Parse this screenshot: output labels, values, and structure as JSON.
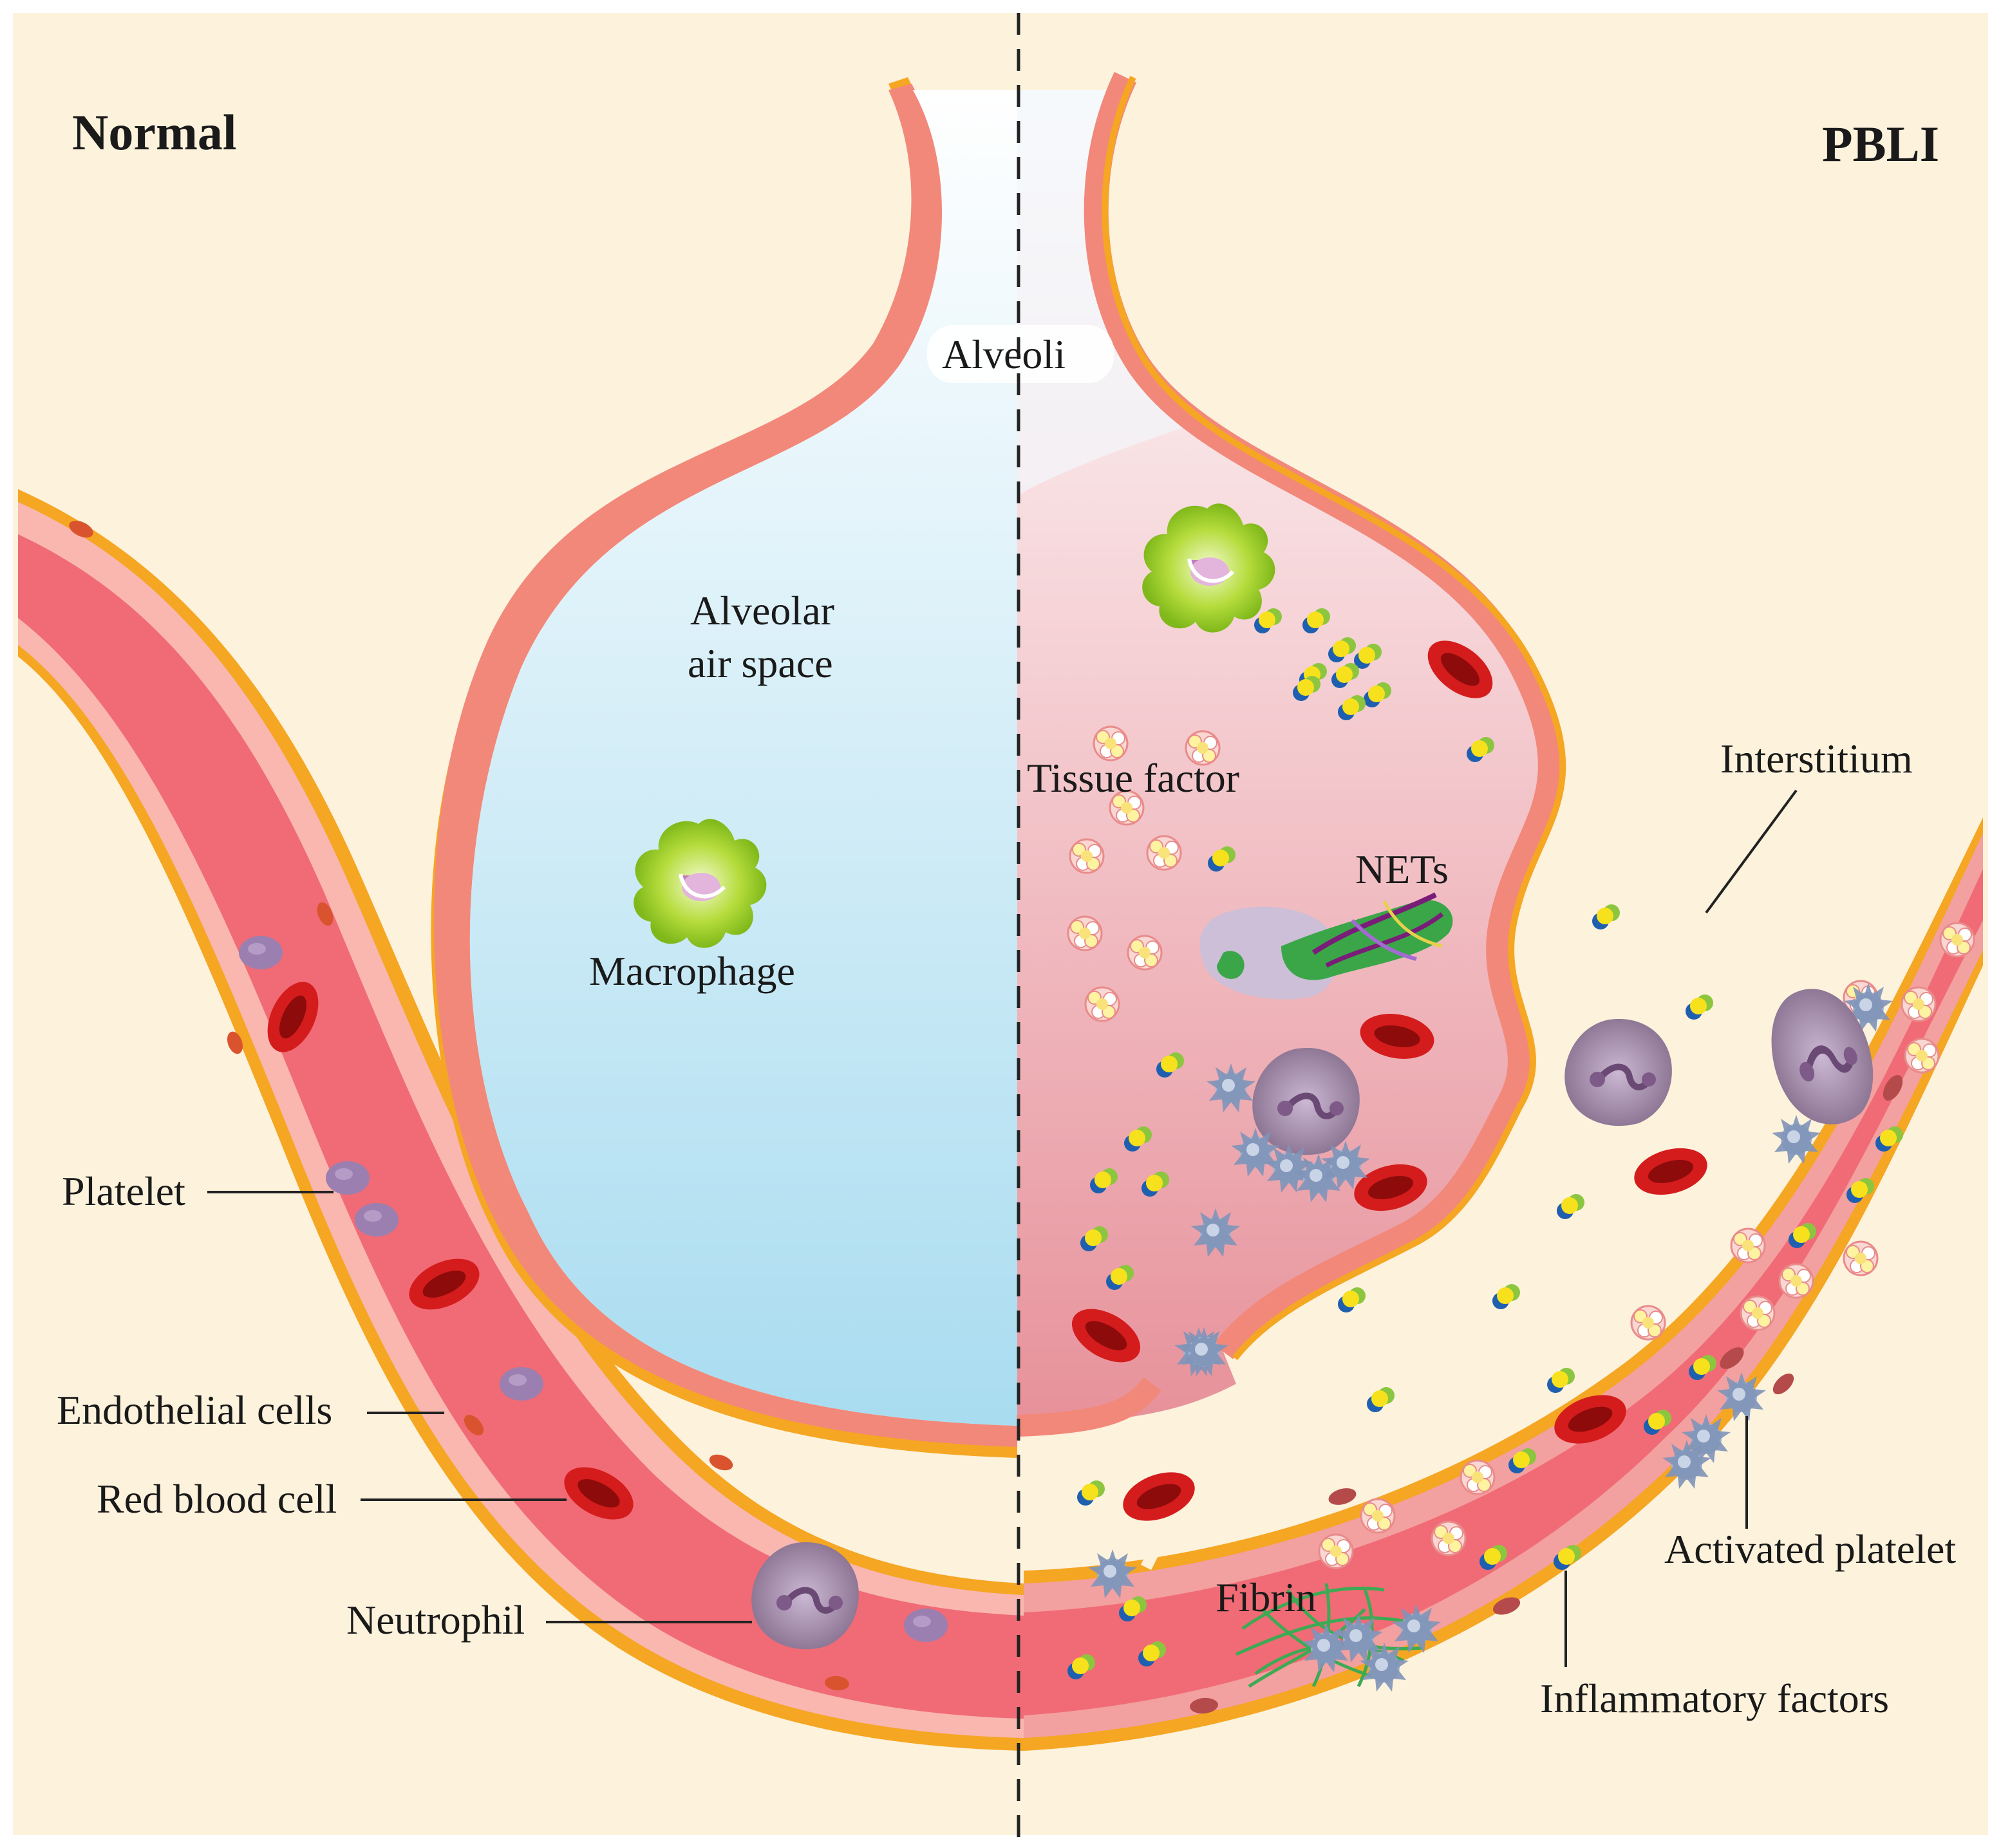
{
  "titles": {
    "left": "Normal",
    "right": "PBLI"
  },
  "labels": {
    "alveoli": "Alveoli",
    "air_space_1": "Alveolar",
    "air_space_2": "air space",
    "macrophage": "Macrophage",
    "tissue_factor": "Tissue factor",
    "nets": "NETs",
    "interstitium": "Interstitium",
    "platelet": "Platelet",
    "endothelial": "Endothelial cells",
    "rbc": "Red blood cell",
    "neutrophil": "Neutrophil",
    "fibrin": "Fibrin",
    "activated_platelet": "Activated platelet",
    "inflammatory": "Inflammatory factors"
  },
  "colors": {
    "background": "#fdf2dc",
    "vessel": "#f06b75",
    "vessel_wall": "#f9b7b0",
    "border": "#f5a623",
    "rbc": "#d01d1d",
    "macrophage": "#9acd32",
    "neutrophil": "#a08aa6",
    "platelet": "#9b7fb0"
  }
}
